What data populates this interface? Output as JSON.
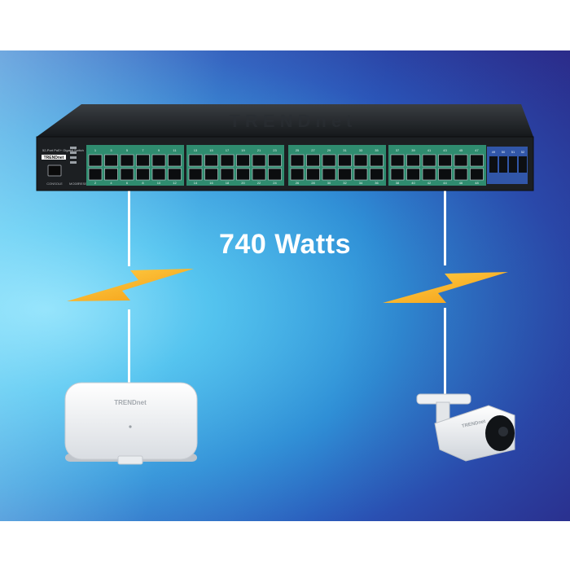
{
  "headline": "740 Watts",
  "switch": {
    "brand": "TRENDnet",
    "model_text": "52-Port PoE+ Gigabit Switch",
    "port_numbers_top": [
      "1",
      "3",
      "5",
      "7",
      "9",
      "11",
      "13",
      "15",
      "17",
      "19",
      "21",
      "23",
      "25",
      "27",
      "29",
      "31",
      "33",
      "35",
      "37",
      "39",
      "41",
      "43",
      "45",
      "47"
    ],
    "port_numbers_bottom": [
      "2",
      "4",
      "6",
      "8",
      "10",
      "12",
      "14",
      "16",
      "18",
      "20",
      "22",
      "24",
      "26",
      "28",
      "30",
      "32",
      "34",
      "36",
      "38",
      "40",
      "42",
      "44",
      "46",
      "48"
    ],
    "sfp_labels": [
      "49",
      "50",
      "51",
      "52"
    ],
    "console_label": "CONSOLE",
    "button_labels": [
      "MODE",
      "RESET"
    ]
  },
  "devices": {
    "access_point": {
      "brand": "TRENDnet"
    },
    "camera": {
      "brand": "TRENDnet"
    }
  },
  "colors": {
    "lightning": "#f6b51c",
    "switch_body": "#1e2124",
    "port_panel": "#2f8c6f",
    "cable": "#ffffff"
  }
}
